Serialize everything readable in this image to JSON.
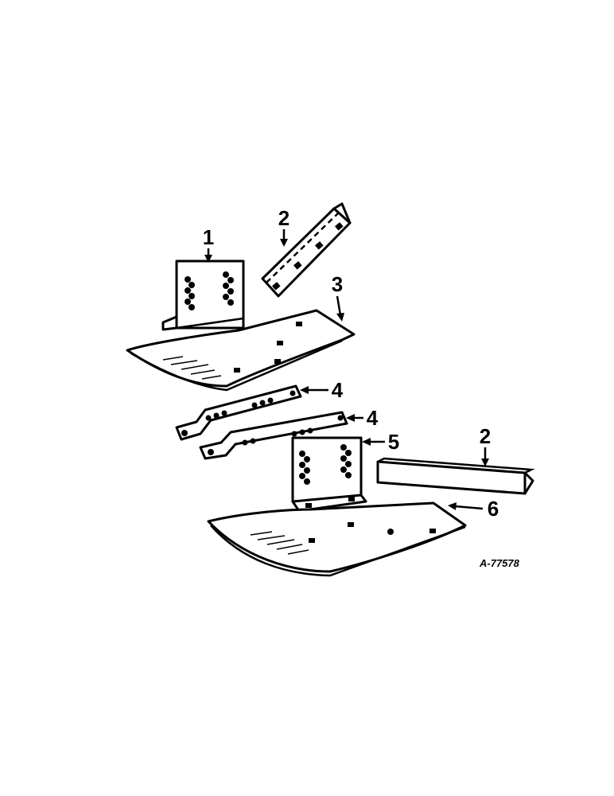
{
  "callouts": {
    "part_1": "1",
    "part_2_upper": "2",
    "part_3": "3",
    "part_4_upper": "4",
    "part_4_lower": "4",
    "part_5": "5",
    "part_2_lower": "2",
    "part_6": "6"
  },
  "reference_code": "A-77578"
}
